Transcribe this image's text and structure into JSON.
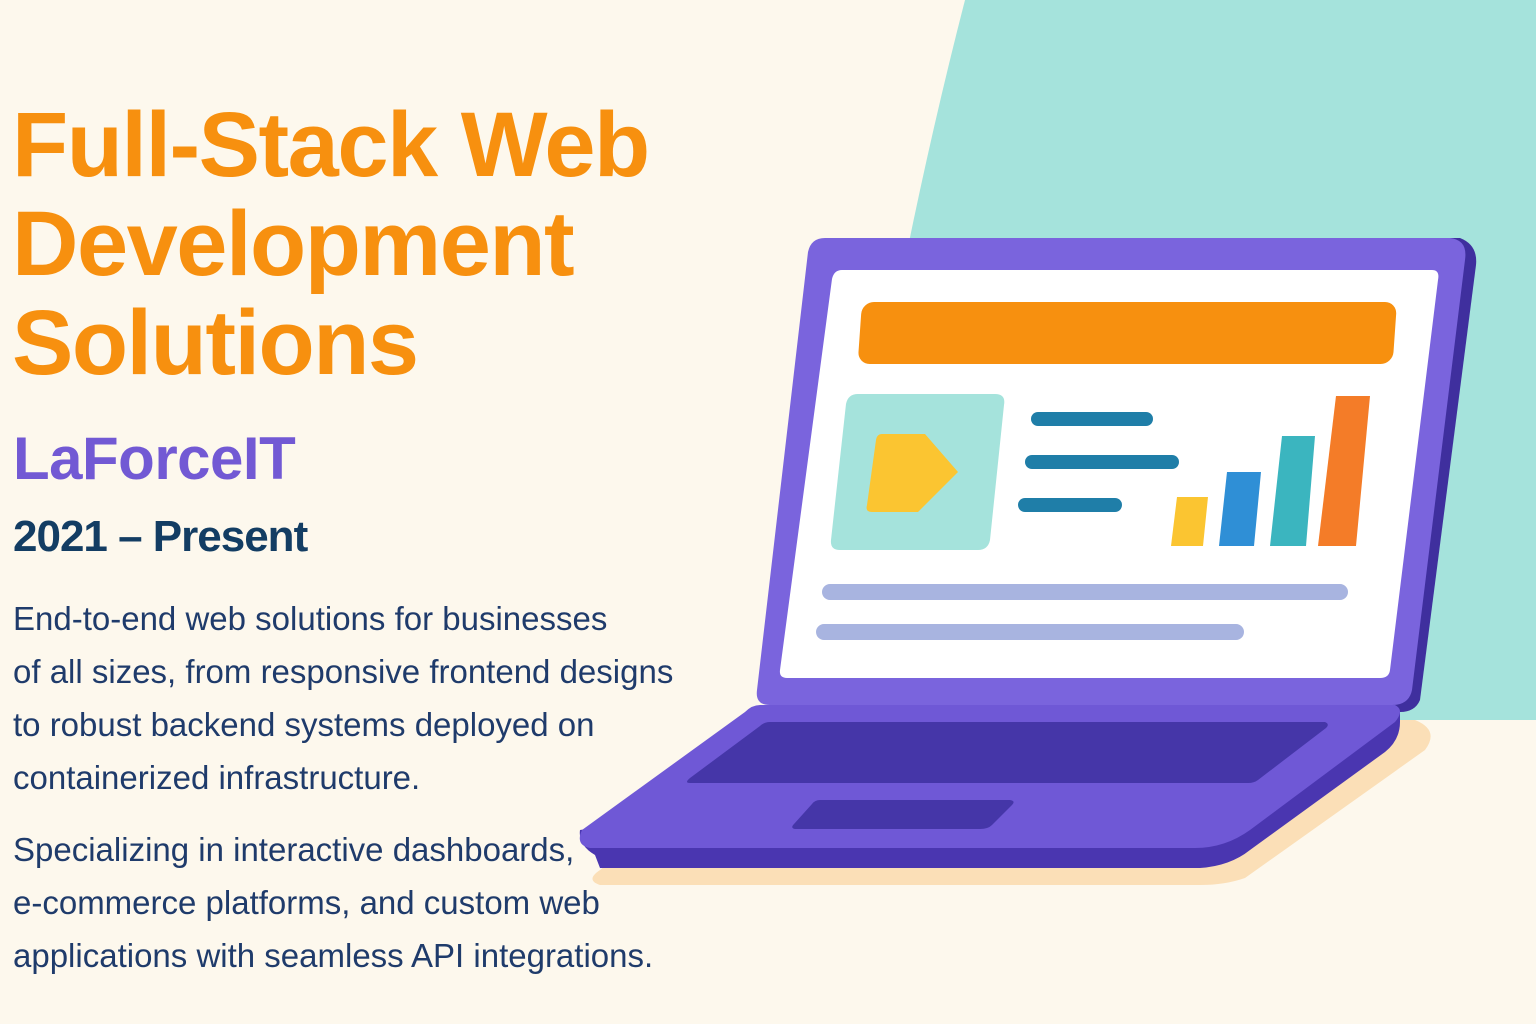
{
  "title_lines": [
    "Full-Stack Web",
    "Development",
    "Solutions"
  ],
  "company": "LaForceIT",
  "period": "2021 – Present",
  "description": [
    [
      "End-to-end web solutions for businesses",
      "of all sizes, from responsive frontend designs",
      "to robust backend systems deployed on",
      "containerized infrastructure."
    ],
    [
      "Specializing in interactive dashboards,",
      "e-commerce platforms, and custom web",
      "applications with seamless API integrations."
    ]
  ],
  "colors": {
    "background": "#fdf8ed",
    "accent_orange": "#f7900f",
    "purple": "#7259d4",
    "navy": "#133d63",
    "teal": "#a5e3dc"
  },
  "illustration": {
    "icons": [
      "laptop-icon",
      "play-icon",
      "bar-chart-icon"
    ]
  }
}
